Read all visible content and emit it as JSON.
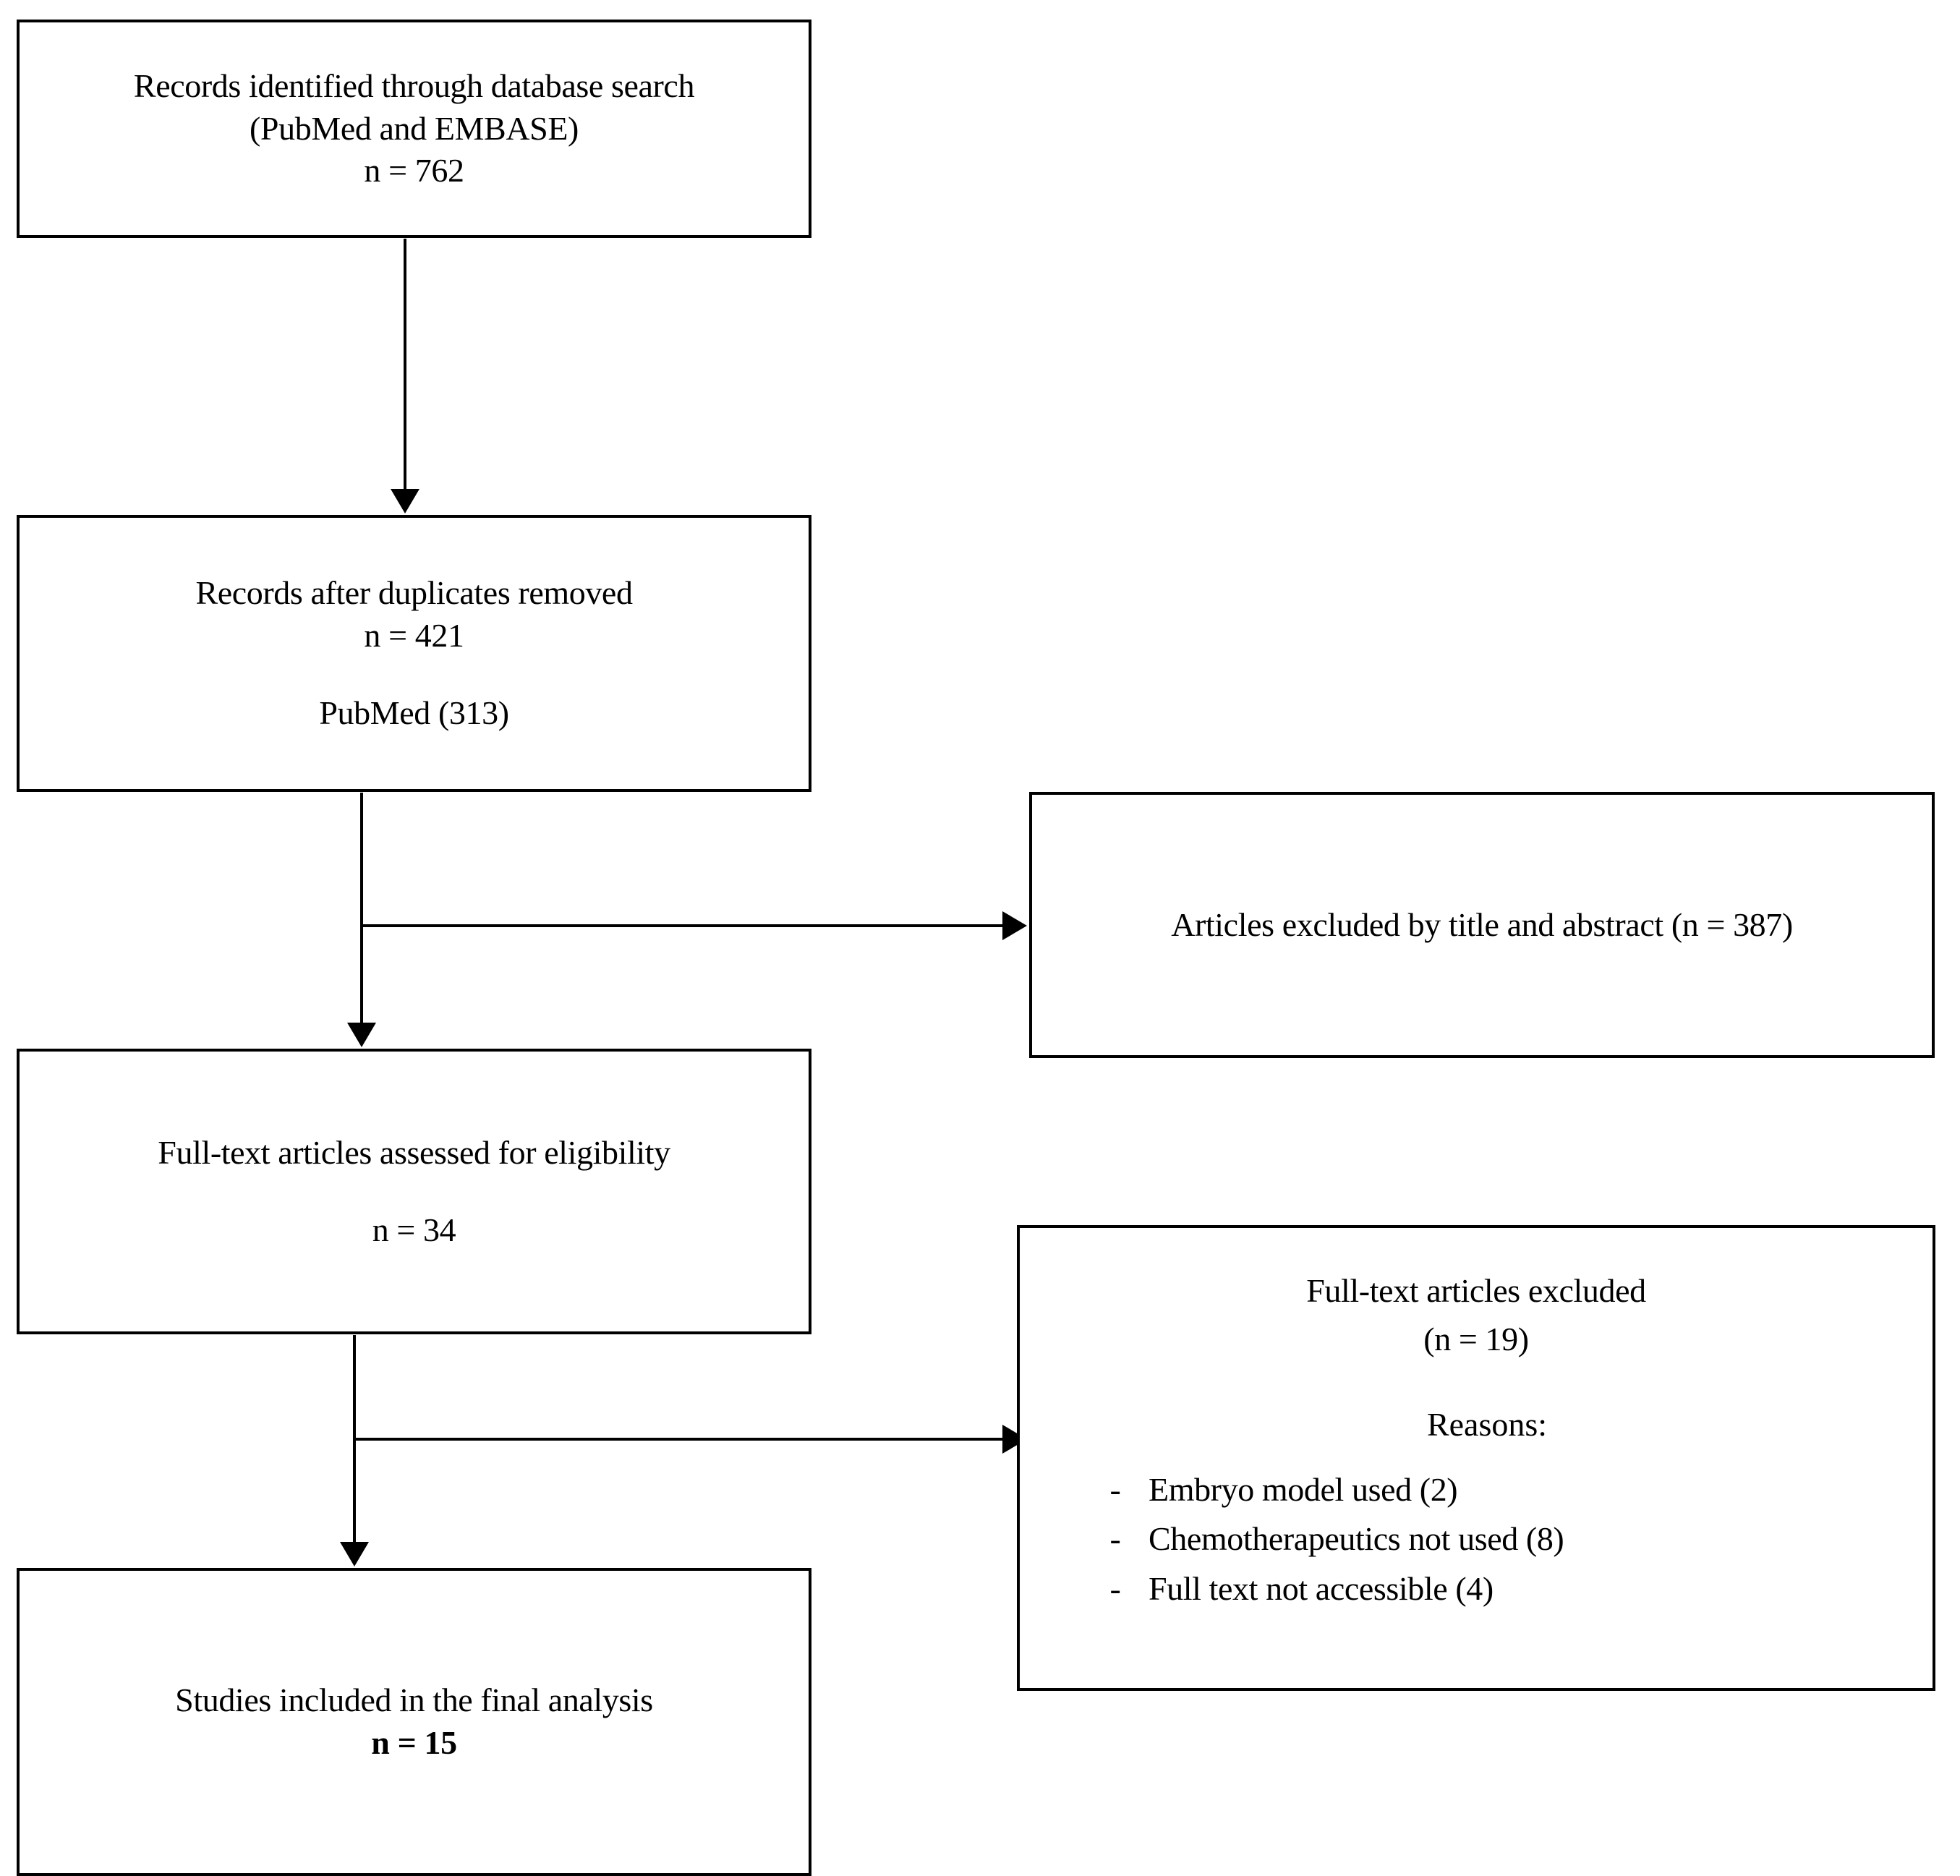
{
  "diagram": {
    "type": "prisma-flow-diagram",
    "boxes": {
      "identified": {
        "line1": "Records identified through database search",
        "line2": "(PubMed and EMBASE)",
        "line3": "n = 762"
      },
      "duplicates": {
        "line1": "Records after duplicates removed",
        "line2": "n = 421",
        "line3": "PubMed (313)"
      },
      "fulltext_assessed": {
        "line1": "Full-text articles assessed for eligibility",
        "line2": "n = 34"
      },
      "included": {
        "line1": "Studies included in the final analysis",
        "line2": "n = 15"
      },
      "excluded_title_abstract": {
        "line1": "Articles excluded by title and abstract (n = 387)"
      },
      "excluded_fulltext": {
        "line1": "Full-text articles excluded",
        "line2": "(n = 19)",
        "reasons_label": "Reasons:",
        "bullet": "-",
        "reasons": [
          "Embryo model used (2)",
          "Chemotherapeutics not used (8)",
          "Full text not accessible (4)"
        ]
      }
    },
    "colors": {
      "stroke": "#000000",
      "fill": "#ffffff",
      "text": "#000000"
    }
  },
  "chart_data": {
    "type": "diagram",
    "title": "PRISMA study selection flow diagram",
    "nodes": [
      {
        "id": "identified",
        "label": "Records identified through database search (PubMed and EMBASE)",
        "n": 762
      },
      {
        "id": "duplicates",
        "label": "Records after duplicates removed",
        "n": 421,
        "detail": "PubMed (313)"
      },
      {
        "id": "excluded_title_abstract",
        "label": "Articles excluded by title and abstract",
        "n": 387
      },
      {
        "id": "fulltext_assessed",
        "label": "Full-text articles assessed for eligibility",
        "n": 34
      },
      {
        "id": "excluded_fulltext",
        "label": "Full-text articles excluded",
        "n": 19,
        "reasons": [
          {
            "reason": "Embryo model used",
            "n": 2
          },
          {
            "reason": "Chemotherapeutics not used",
            "n": 8
          },
          {
            "reason": "Full text not accessible",
            "n": 4
          }
        ]
      },
      {
        "id": "included",
        "label": "Studies included in the final analysis",
        "n": 15
      }
    ],
    "edges": [
      {
        "from": "identified",
        "to": "duplicates",
        "direction": "down"
      },
      {
        "from": "duplicates",
        "to": "excluded_title_abstract",
        "direction": "right"
      },
      {
        "from": "duplicates",
        "to": "fulltext_assessed",
        "direction": "down"
      },
      {
        "from": "fulltext_assessed",
        "to": "excluded_fulltext",
        "direction": "right"
      },
      {
        "from": "fulltext_assessed",
        "to": "included",
        "direction": "down"
      }
    ]
  }
}
